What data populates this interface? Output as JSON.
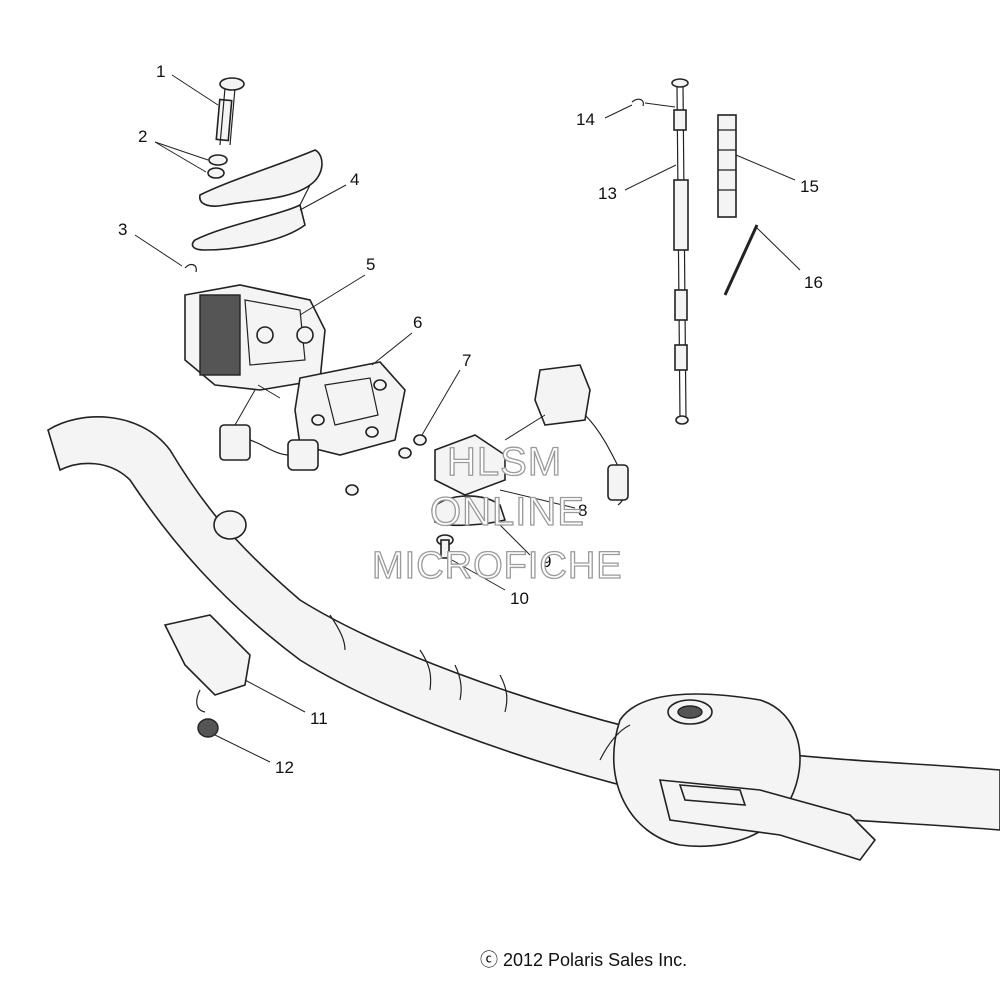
{
  "callouts": [
    "1",
    "2",
    "3",
    "4",
    "5",
    "6",
    "7",
    "8",
    "9",
    "10",
    "11",
    "12",
    "13",
    "14",
    "15",
    "16"
  ],
  "watermark": {
    "line1": "HLSM",
    "line2": "ONLINE",
    "line3": "MICROFICHE"
  },
  "copyright": "ⓒ 2012 Polaris Sales Inc.",
  "colors": {
    "line": "#222222",
    "fill": "#f4f4f4",
    "dark": "#555555",
    "watermark_stroke": "#9a9a9a"
  }
}
